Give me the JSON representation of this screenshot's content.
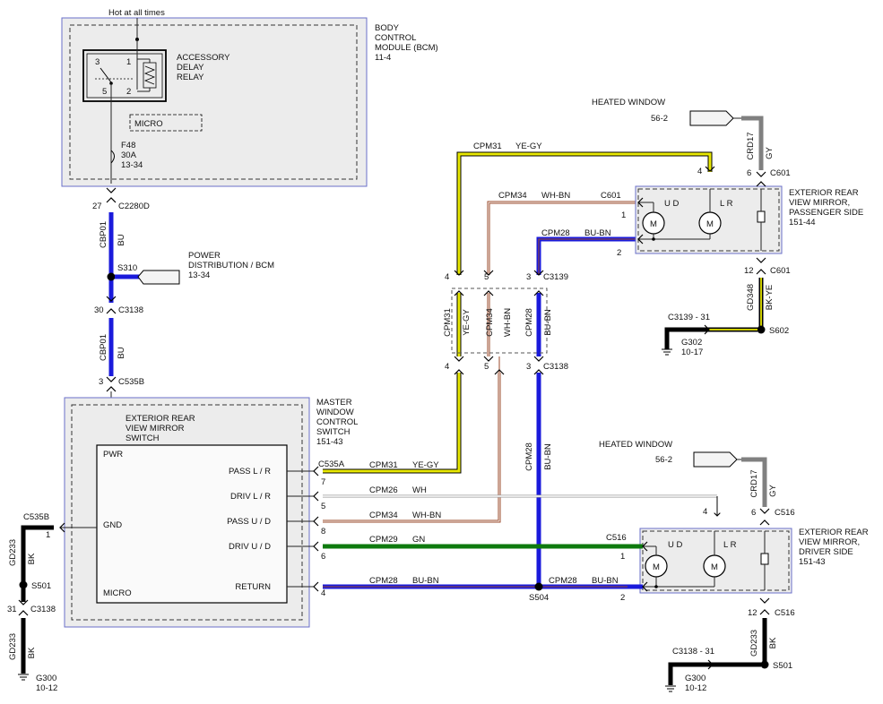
{
  "top_label": "Hot at all times",
  "bcm": {
    "title": [
      "BODY",
      "CONTROL",
      "MODULE (BCM)",
      "11-4"
    ]
  },
  "relay": {
    "title": [
      "ACCESSORY",
      "DELAY",
      "RELAY"
    ],
    "pins": [
      "3",
      "1",
      "5",
      "2"
    ],
    "micro": "MICRO"
  },
  "fuse": {
    "lines": [
      "F48",
      "30A",
      "13-34"
    ]
  },
  "conn": {
    "c2280d": "C2280D",
    "c2280d_pin": "27",
    "s310": "S310",
    "c3138_top": "C3138",
    "c3138_top_pin": "30",
    "c535b_top": "C535B",
    "c535b_top_pin": "3",
    "c3139": "C3139",
    "c3138_mid": "C3138",
    "c601_a": "C601",
    "c601_b": "C601",
    "c601_c": "C601",
    "c535a": "C535A",
    "c516_a": "C516",
    "c516_b": "C516",
    "c516_c": "C516",
    "c535b_gnd": "C535B",
    "c3138_gnd": "C3138",
    "s501_l": "S501",
    "s501_r": "S501",
    "s504": "S504",
    "s602": "S602"
  },
  "wires": {
    "cbp01_a": "CBP01",
    "bu_a": "BU",
    "cbp01_b": "CBP01",
    "bu_b": "BU",
    "cpm31": "CPM31",
    "yegy": "YE-GY",
    "cpm34": "CPM34",
    "whbn": "WH-BN",
    "cpm28": "CPM28",
    "bubn": "BU-BN",
    "cpm26": "CPM26",
    "wh": "WH",
    "cpm29": "CPM29",
    "gn": "GN",
    "crd17": "CRD17",
    "gy": "GY",
    "gd348": "GD348",
    "bkye": "BK-YE",
    "gd233": "GD233",
    "bk": "BK"
  },
  "pins": {
    "p1": "1",
    "p2": "2",
    "p4": "4",
    "p5": "5",
    "p3": "3",
    "p6": "6",
    "p7": "7",
    "p8": "8",
    "p12": "12",
    "p31": "31"
  },
  "power_dist": [
    "POWER",
    "DISTRIBUTION / BCM",
    "13-34"
  ],
  "master": {
    "title": [
      "MASTER",
      "WINDOW",
      "CONTROL",
      "SWITCH",
      "151-43"
    ]
  },
  "switch": {
    "title": [
      "EXTERIOR REAR",
      "VIEW MIRROR",
      "SWITCH"
    ],
    "pwr": "PWR",
    "gnd": "GND",
    "micro": "MICRO",
    "pass_lr": "PASS L / R",
    "driv_lr": "DRIV L / R",
    "pass_ud": "PASS U / D",
    "driv_ud": "DRIV U / D",
    "ret": "RETURN"
  },
  "heated_a": [
    "HEATED WINDOW",
    "56-2"
  ],
  "heated_b": [
    "HEATED WINDOW",
    "56-2"
  ],
  "mirror_pass": {
    "title": [
      "EXTERIOR REAR",
      "VIEW MIRROR,",
      "PASSENGER SIDE",
      "151-44"
    ],
    "ud": "U D",
    "lr": "L R",
    "m": "M"
  },
  "mirror_driv": {
    "title": [
      "EXTERIOR REAR",
      "VIEW MIRROR,",
      "DRIVER SIDE",
      "151-43"
    ],
    "ud": "U D",
    "lr": "L R",
    "m": "M"
  },
  "grounds": {
    "g302_ref": "C3139 - 31",
    "g302": "G302",
    "g302_page": "10-17",
    "g300_ref": "C3138 - 31",
    "g300b": "G300",
    "g300b_page": "10-12",
    "g300a": "G300",
    "g300a_page": "10-12"
  },
  "colors": {
    "blue": "#1a1adb",
    "yellow": "#e8e800",
    "green": "#0e7a0e",
    "black": "#000000",
    "gray": "#808080",
    "brown": "#9a4a2a"
  }
}
